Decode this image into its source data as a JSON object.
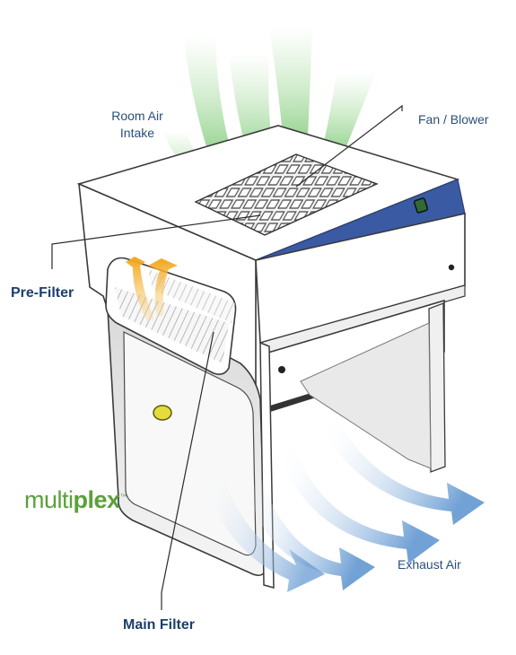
{
  "labels": {
    "room_air_line1": "Room Air",
    "room_air_line2": "Intake",
    "fan_blower": "Fan / Blower",
    "pre_filter": "Pre-Filter",
    "main_filter": "Main Filter",
    "exhaust_air": "Exhaust Air"
  },
  "brand": {
    "part1": "multi",
    "part2": "plex",
    "trademark": "™"
  },
  "colors": {
    "label_text": "#2a4f78",
    "intake_air": "#5cb84a",
    "exhaust_air": "#7aa6d6",
    "control_panel": "#3557a0",
    "brand": "#5aa13a",
    "prefilter_arrow": "#f2a51a"
  }
}
